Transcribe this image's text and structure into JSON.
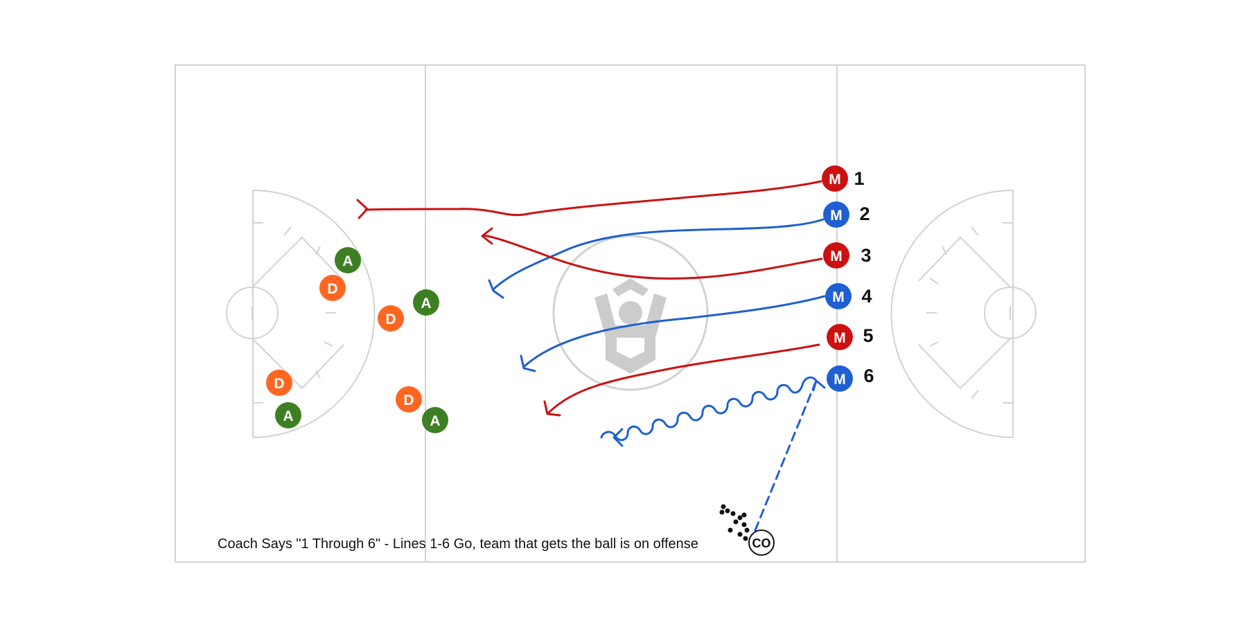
{
  "caption": "Coach Says \"1 Through 6\" - Lines 1-6 Go, team that gets the ball is on offense",
  "coach": {
    "label": "CO"
  },
  "colors": {
    "field_lines": "#d2d2d2",
    "red": "#cc1111",
    "blue": "#1f5fd1",
    "orange": "#ff6622",
    "green": "#3e7f23",
    "logo": "#cccccc",
    "black": "#111111"
  },
  "midfielders": [
    {
      "letter": "M",
      "number": "1",
      "color": "red"
    },
    {
      "letter": "M",
      "number": "2",
      "color": "blue"
    },
    {
      "letter": "M",
      "number": "3",
      "color": "red"
    },
    {
      "letter": "M",
      "number": "4",
      "color": "blue"
    },
    {
      "letter": "M",
      "number": "5",
      "color": "red"
    },
    {
      "letter": "M",
      "number": "6",
      "color": "blue"
    }
  ],
  "attackers": [
    {
      "letter": "A"
    },
    {
      "letter": "A"
    },
    {
      "letter": "A"
    },
    {
      "letter": "A"
    }
  ],
  "defenders": [
    {
      "letter": "D"
    },
    {
      "letter": "D"
    },
    {
      "letter": "D"
    },
    {
      "letter": "D"
    }
  ]
}
